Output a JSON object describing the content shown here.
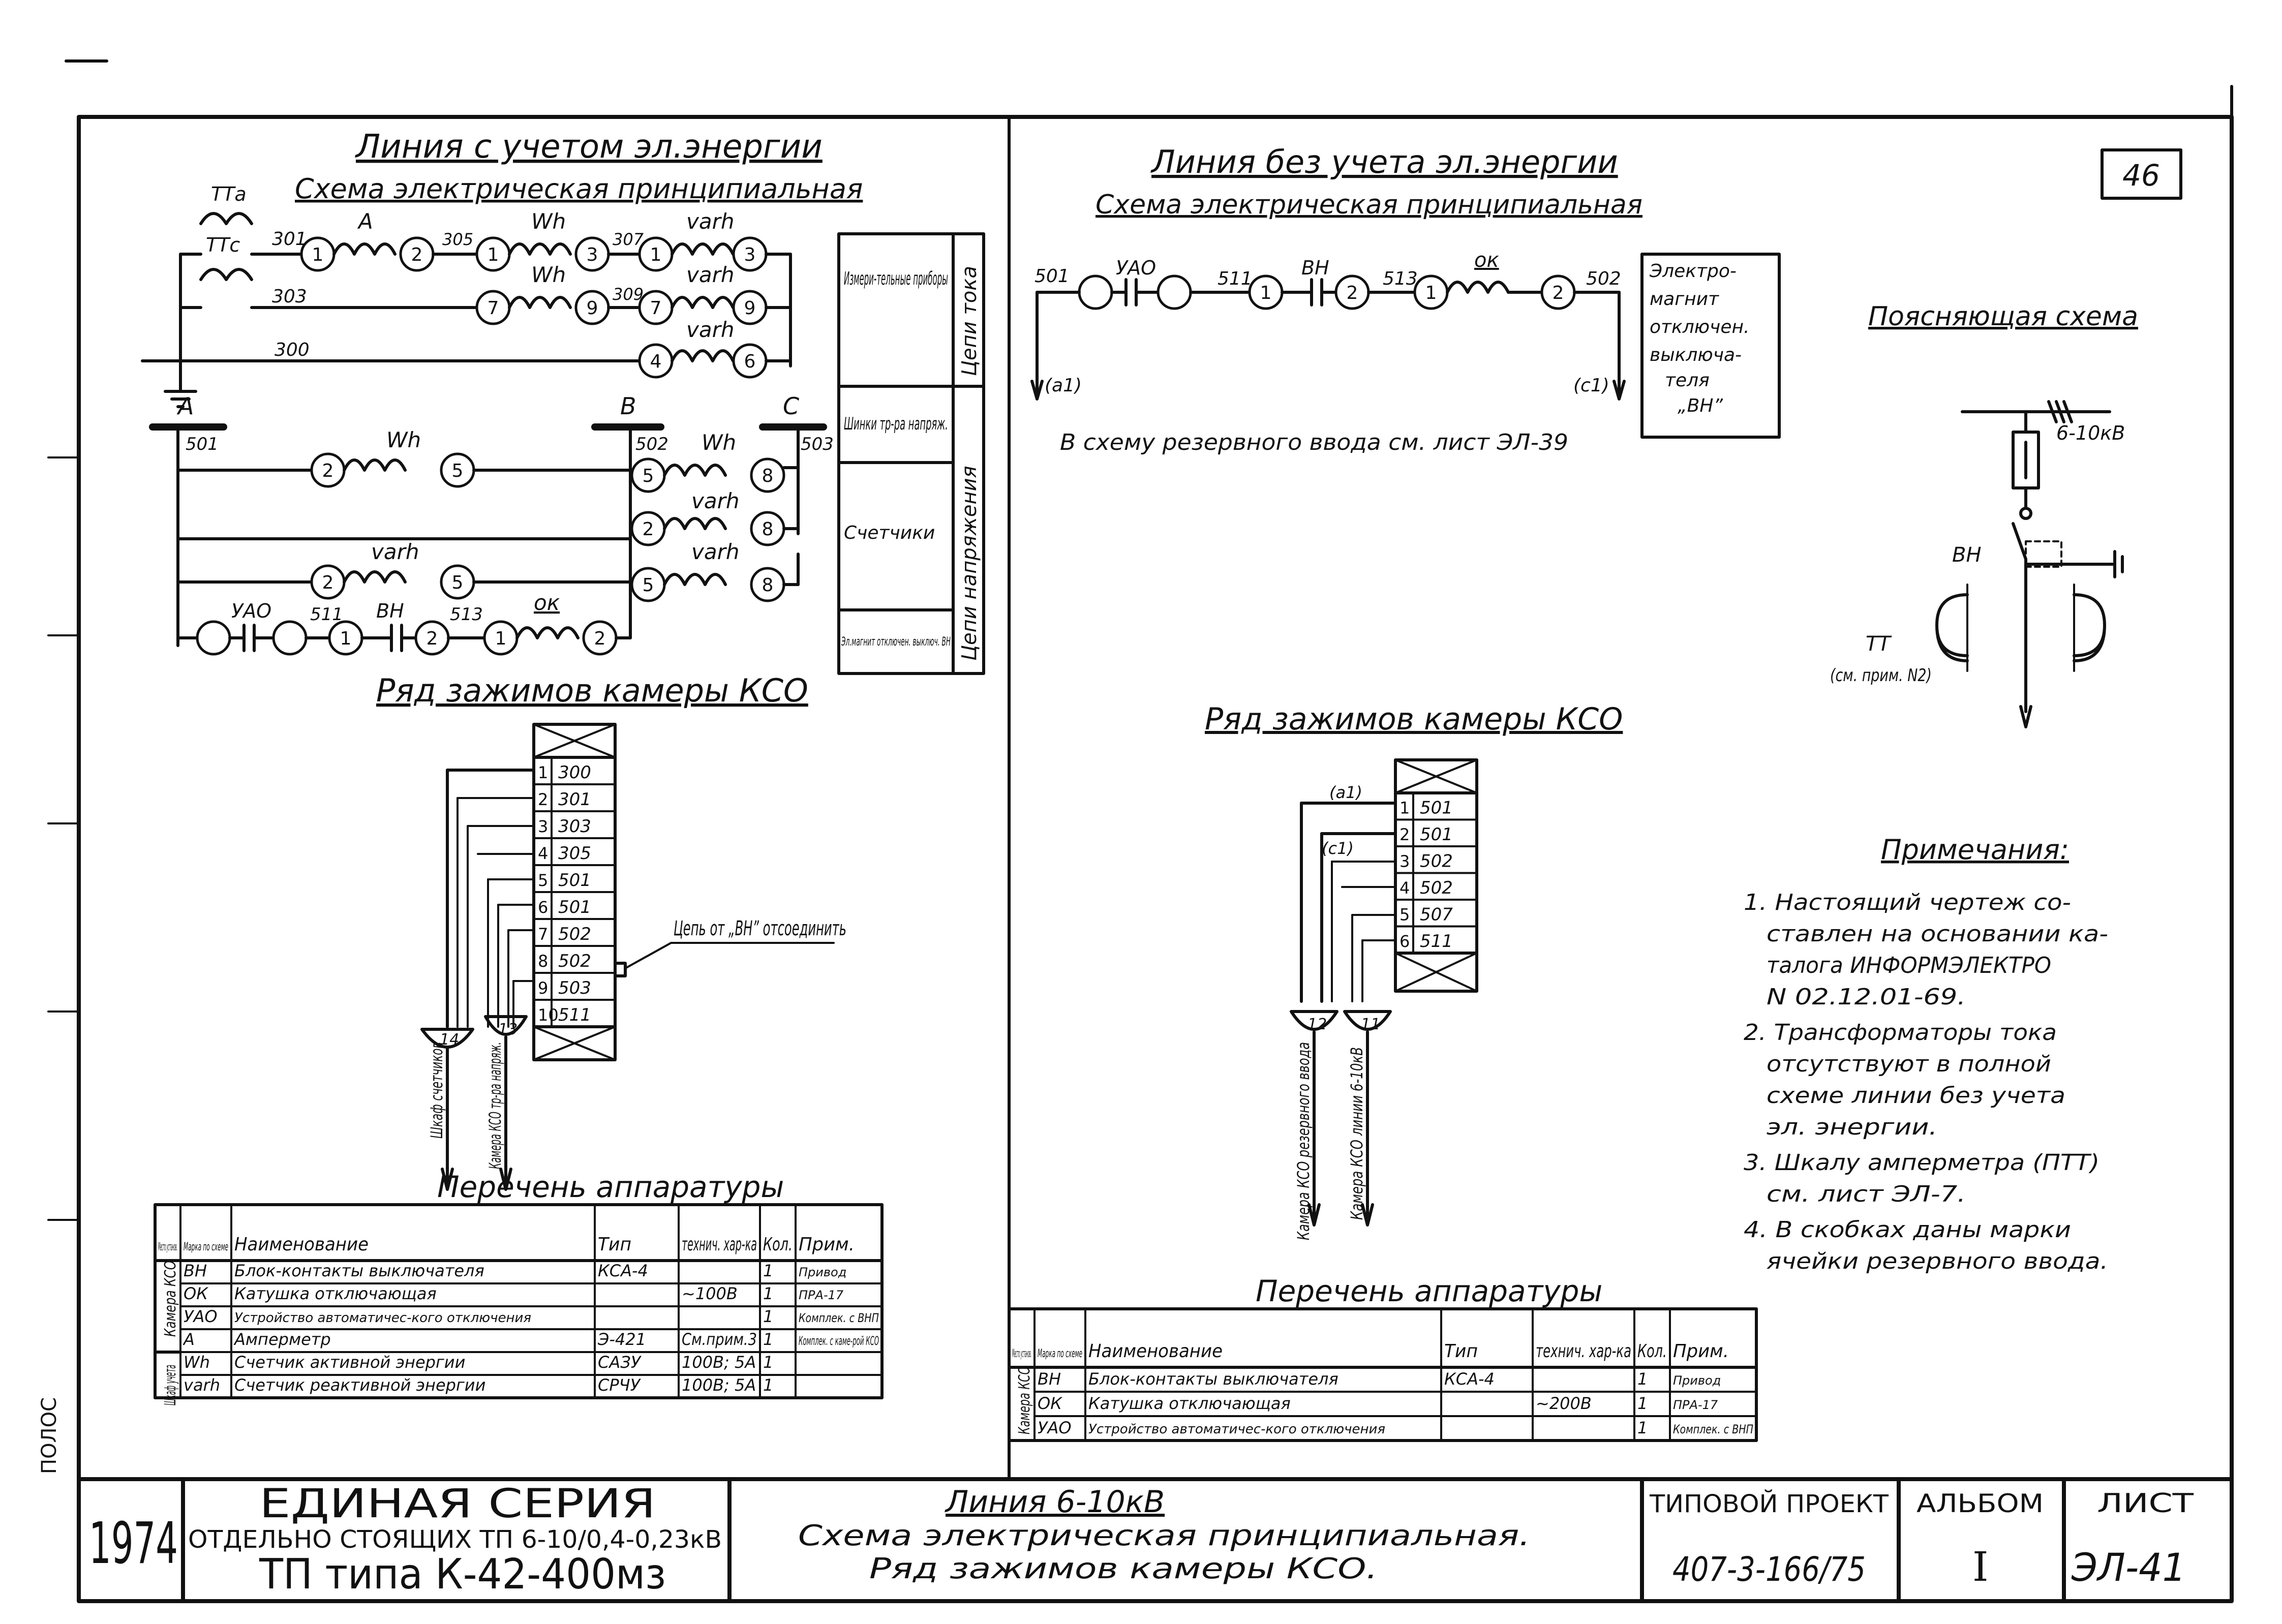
{
  "page_number": "46",
  "left_panel": {
    "title": "Линия с учетом эл.энергии",
    "subtitle": "Схема электрическая принципиальная",
    "tt_label": "ТТа",
    "ttc_label": "ТТс",
    "phases": [
      "A",
      "B",
      "C"
    ],
    "wires": [
      "301",
      "303",
      "300",
      "305",
      "307",
      "309",
      "501",
      "502",
      "503",
      "511",
      "513"
    ],
    "meters": [
      "A",
      "Wh",
      "varh",
      "Wh",
      "varh",
      "varh",
      "Wh",
      "Wh",
      "varh",
      "varh",
      "varh"
    ],
    "trip_coil_chain": [
      "УАО",
      "ВН",
      "ок"
    ],
    "side_groups": [
      {
        "text": "Измери-тельные приборы",
        "category": "Цепи тока"
      },
      {
        "text": "Шинки тр-ра напряж.",
        "category": "Цепи напряжения"
      },
      {
        "text": "Счетчики",
        "category": ""
      },
      {
        "text": "Эл.магнит отключен. выключ. ВН",
        "category": ""
      }
    ],
    "terminal_title": "Ряд зажимов камеры КСО",
    "terminals": [
      {
        "n": "1",
        "w": "300"
      },
      {
        "n": "2",
        "w": "301"
      },
      {
        "n": "3",
        "w": "303"
      },
      {
        "n": "4",
        "w": "305"
      },
      {
        "n": "5",
        "w": "501"
      },
      {
        "n": "6",
        "w": "501"
      },
      {
        "n": "7",
        "w": "502"
      },
      {
        "n": "8",
        "w": "502"
      },
      {
        "n": "9",
        "w": "503"
      },
      {
        "n": "10",
        "w": "511"
      }
    ],
    "note_disconnect": "Цепь от „ВН” отсоединить",
    "cables": [
      {
        "n": "14",
        "dest": "Шкаф счетчиков"
      },
      {
        "n": "13",
        "dest": "Камера КСО тр-ра напряж."
      }
    ],
    "equipment_title": "Перечень аппаратуры",
    "equipment_headers": [
      "Место установ.",
      "Марка по схеме",
      "Наименование",
      "Тип",
      "технич. хар-ка",
      "Кол.",
      "Прим."
    ],
    "equipment_rows": [
      {
        "mark": "ВН",
        "name": "Блок-контакты выключателя",
        "type": "КСА-4",
        "char": "",
        "qty": "1",
        "note": "Привод"
      },
      {
        "mark": "ОК",
        "name": "Катушка отключающая",
        "type": "",
        "char": "~100В",
        "qty": "1",
        "note": "ПРА-17"
      },
      {
        "mark": "УАО",
        "name": "Устройство автоматичес-кого отключения",
        "type": "",
        "char": "",
        "qty": "1",
        "note": "Комплек. с ВНП"
      },
      {
        "mark": "А",
        "name": "Амперметр",
        "type": "Э-421",
        "char": "См.прим.3",
        "qty": "1",
        "note": "Комплек. с каме-рой КСО"
      },
      {
        "mark": "Wh",
        "name": "Счетчик активной энергии",
        "type": "САЗУ",
        "char": "100В; 5А",
        "qty": "1",
        "note": ""
      },
      {
        "mark": "varh",
        "name": "Счетчик реактивной энергии",
        "type": "СРЧУ",
        "char": "100В; 5А",
        "qty": "1",
        "note": ""
      }
    ],
    "place_groups": [
      "Камера КСО",
      "Шкаф учета"
    ]
  },
  "right_panel": {
    "title": "Линия без учета эл.энергии",
    "subtitle": "Схема электрическая принципиальная",
    "chain_wires": [
      "501",
      "511",
      "513",
      "502"
    ],
    "chain_labels": [
      "УАО",
      "ВН",
      "ок"
    ],
    "a1": "(а1)",
    "c1": "(с1)",
    "reserve_note": "В схему резервного ввода см. лист ЭЛ-39",
    "magnet_box": "Электро-магнит отключен. выключа-теля „ВН”",
    "explain_title": "Поясняющая схема",
    "explain_labels": [
      "6-10кВ",
      "ВН",
      "ТТ",
      "(см. прим. N2)"
    ],
    "terminal_title": "Ряд зажимов камеры КСО",
    "terminals": [
      {
        "n": "1",
        "w": "501"
      },
      {
        "n": "2",
        "w": "501"
      },
      {
        "n": "3",
        "w": "502"
      },
      {
        "n": "4",
        "w": "502"
      },
      {
        "n": "5",
        "w": "507"
      },
      {
        "n": "6",
        "w": "511"
      }
    ],
    "cables": [
      {
        "n": "12",
        "dest": "Камера КСО резервного ввода"
      },
      {
        "n": "11",
        "dest": "Камера КСО линии 6-10кВ"
      }
    ],
    "notes_title": "Примечания:",
    "notes": [
      "1. Настоящий чертеж составлен на основании каталога ИНФОРМЭЛЕКТРО N 02.12.01-69.",
      "2. Трансформаторы тока отсутствуют в полной схеме линии без учета эл. энергии.",
      "3. Шкалу амперметра (ПТТ) см. лист ЭЛ-7.",
      "4. В скобках даны марки ячейки резервного ввода."
    ],
    "equipment_title": "Перечень аппаратуры",
    "equipment_headers": [
      "Место установ.",
      "Марка по схеме",
      "Наименование",
      "Тип",
      "технич. хар-ка",
      "Кол.",
      "Прим."
    ],
    "equipment_rows": [
      {
        "mark": "ВН",
        "name": "Блок-контакты выключателя",
        "type": "КСА-4",
        "char": "",
        "qty": "1",
        "note": "Привод"
      },
      {
        "mark": "ОК",
        "name": "Катушка отключающая",
        "type": "",
        "char": "~200В",
        "qty": "1",
        "note": "ПРА-17"
      },
      {
        "mark": "УАО",
        "name": "Устройство автоматичес-кого отключения",
        "type": "",
        "char": "",
        "qty": "1",
        "note": "Комплек. с ВНП"
      }
    ],
    "place_group": "Камера КСО"
  },
  "title_block": {
    "year": "1974",
    "series": "ЕДИНАЯ СЕРИЯ",
    "series_sub": "ОТДЕЛЬНО СТОЯЩИХ ТП 6-10/0,4-0,23кВ",
    "tp_type": "ТП типа К-42-400мз",
    "drawing_title": "Линия 6-10кВ",
    "drawing_desc1": "Схема электрическая принципиальная.",
    "drawing_desc2": "Ряд зажимов камеры КСО.",
    "project_label": "ТИПОВОЙ ПРОЕКТ",
    "project_value": "407-3-166/75",
    "album_label": "АЛЬБОМ",
    "album_value": "I",
    "sheet_label": "ЛИСТ",
    "sheet_value": "ЭЛ-41"
  },
  "edge_mark": "ПОЛОС"
}
